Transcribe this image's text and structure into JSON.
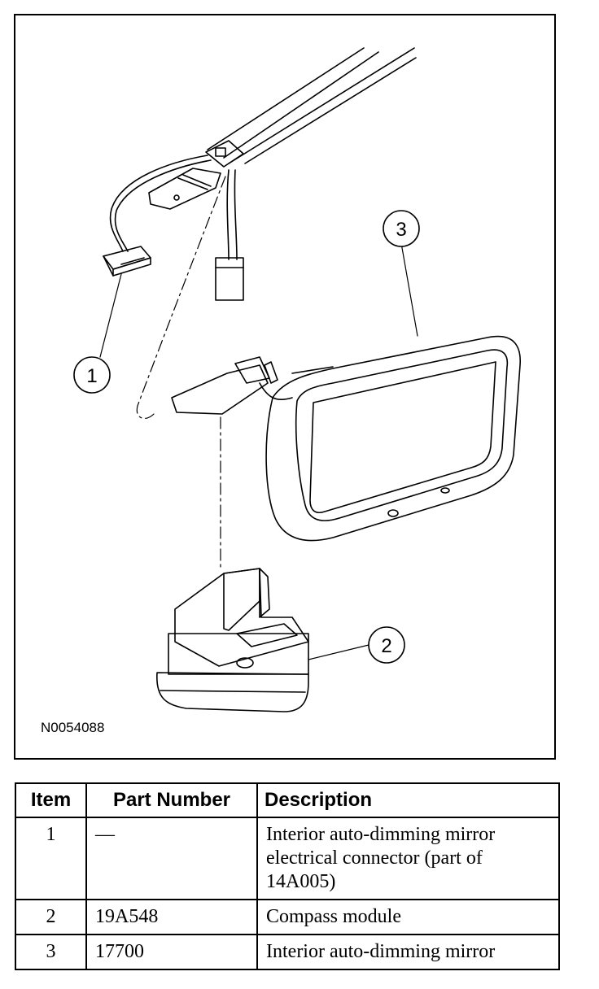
{
  "figure": {
    "callouts": [
      "1",
      "2",
      "3"
    ],
    "figure_id": "N0054088"
  },
  "table": {
    "headers": {
      "item": "Item",
      "part_number": "Part Number",
      "description": "Description"
    },
    "rows": [
      {
        "item": "1",
        "part_number": "—",
        "description": "Interior auto-dimming mirror electrical connector (part of 14A005)"
      },
      {
        "item": "2",
        "part_number": "19A548",
        "description": "Compass module"
      },
      {
        "item": "3",
        "part_number": "17700",
        "description": "Interior auto-dimming mirror"
      }
    ]
  }
}
